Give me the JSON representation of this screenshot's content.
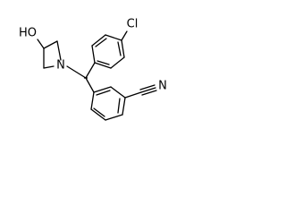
{
  "molecule": {
    "atoms": {
      "hydroxyl": "HO",
      "nitrogen": "N",
      "chlorine": "Cl",
      "nitrile_nitrogen": "N"
    }
  },
  "colors": {
    "bond": "#000000",
    "label": "#000000",
    "background": "#ffffff"
  }
}
